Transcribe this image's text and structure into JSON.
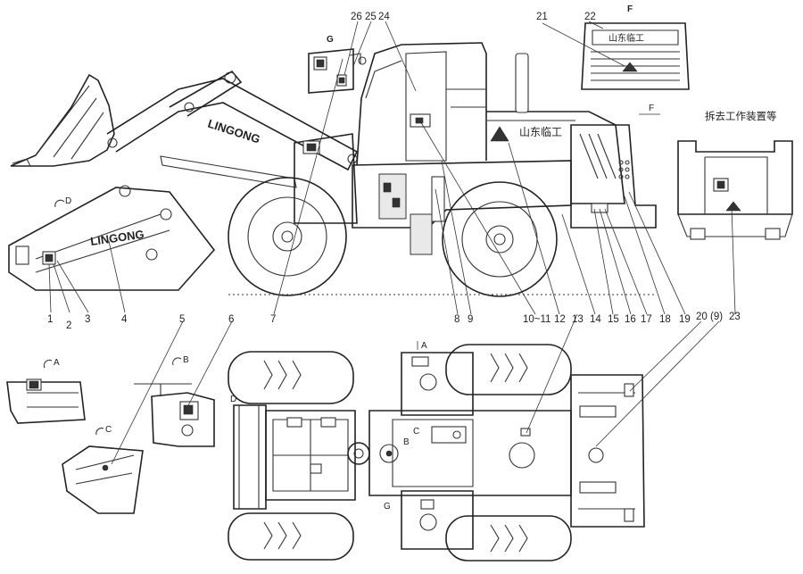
{
  "brand_text": "LINGONG",
  "brand_cn": "山东临工",
  "removed_note": "拆去工作装置等",
  "view_labels": {
    "A": "A",
    "B": "B",
    "C": "C",
    "D": "D",
    "F": "F",
    "G": "G"
  },
  "callouts": [
    {
      "label": "1"
    },
    {
      "label": "2"
    },
    {
      "label": "3"
    },
    {
      "label": "4"
    },
    {
      "label": "5"
    },
    {
      "label": "6"
    },
    {
      "label": "7"
    },
    {
      "label": "8"
    },
    {
      "label": "9"
    },
    {
      "label": "10~11"
    },
    {
      "label": "12"
    },
    {
      "label": "13"
    },
    {
      "label": "14"
    },
    {
      "label": "15"
    },
    {
      "label": "16"
    },
    {
      "label": "17"
    },
    {
      "label": "18"
    },
    {
      "label": "19"
    },
    {
      "label": "20"
    },
    {
      "label": "(9)"
    },
    {
      "label": "23"
    },
    {
      "label": "21"
    },
    {
      "label": "22"
    },
    {
      "label": "24"
    },
    {
      "label": "25"
    },
    {
      "label": "26"
    }
  ]
}
